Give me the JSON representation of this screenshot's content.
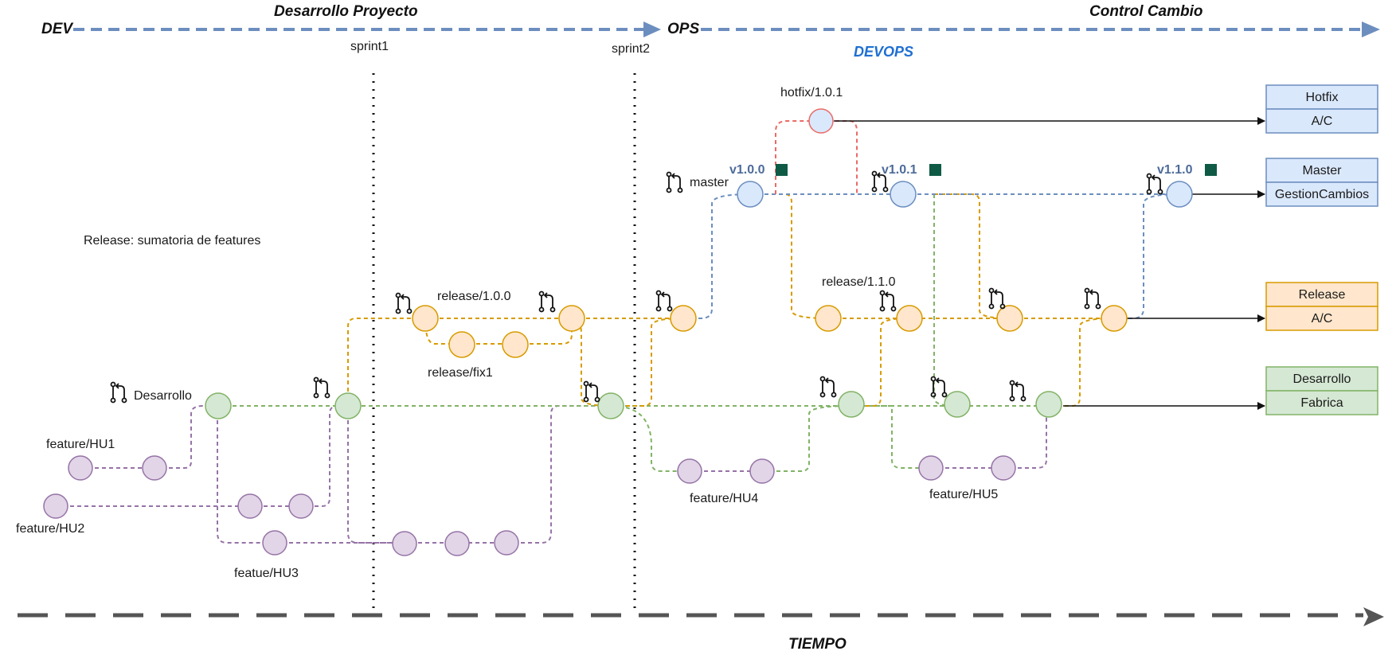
{
  "header": {
    "dev": "DEV",
    "desarrollo_proyecto": "Desarrollo Proyecto",
    "ops": "OPS",
    "control_cambio": "Control Cambio",
    "devops": "DEVOPS",
    "tiempo": "TIEMPO"
  },
  "sprints": [
    "sprint1",
    "sprint2"
  ],
  "note": "Release: sumatoria de features",
  "labels": {
    "hotfix": "hotfix/1.0.1",
    "master": "master",
    "release_100": "release/1.0.0",
    "release_fix1": "release/fix1",
    "release_110": "release/1.1.0",
    "desarrollo": "Desarrollo",
    "hu1": "feature/HU1",
    "hu2": "feature/HU2",
    "hu3": "featue/HU3",
    "hu4": "feature/HU4",
    "hu5": "feature/HU5"
  },
  "versions": [
    "v1.0.0",
    "v1.0.1",
    "v1.1.0"
  ],
  "environments": [
    {
      "name": "Hotfix",
      "env": "A/C",
      "fill": "#dae8fc",
      "stroke": "#6c8ebf"
    },
    {
      "name": "Master",
      "env": "GestionCambios",
      "fill": "#dae8fc",
      "stroke": "#6c8ebf"
    },
    {
      "name": "Release",
      "env": "A/C",
      "fill": "#ffe6cc",
      "stroke": "#d79b00"
    },
    {
      "name": "Desarrollo",
      "env": "Fabrica",
      "fill": "#d5e8d4",
      "stroke": "#82b366"
    }
  ],
  "colors": {
    "feature": "#e1d5e7",
    "feature_stroke": "#9673a6",
    "develop": "#d5e8d4",
    "develop_stroke": "#82b366",
    "release": "#ffe6cc",
    "release_stroke": "#d79b00",
    "master": "#dae8fc",
    "master_stroke": "#6c8ebf",
    "hotfix_stroke": "#ea6b66",
    "header_arrow": "#6c8ebf",
    "devops_text": "#1f6fd1"
  }
}
